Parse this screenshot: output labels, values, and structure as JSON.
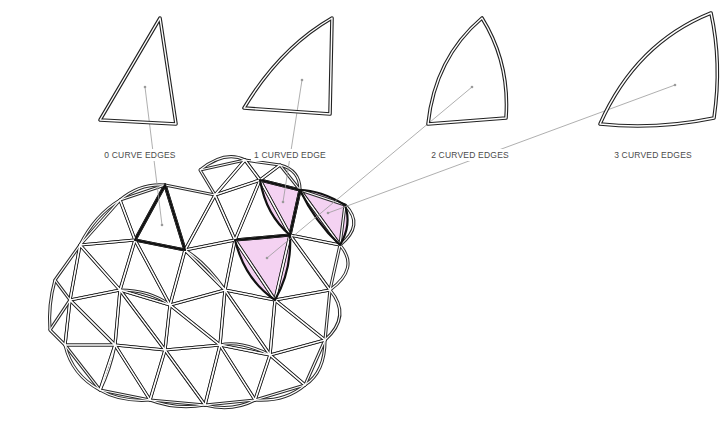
{
  "diagram": {
    "nodes": [
      {
        "text": [
          "0 CURVE EDGES"
        ]
      },
      {
        "text": [
          "1 CURVED EDGE"
        ]
      },
      {
        "text": [
          "2 CURVED EDGES"
        ]
      },
      {
        "text": [
          "3 CURVED EDGES"
        ]
      }
    ]
  }
}
